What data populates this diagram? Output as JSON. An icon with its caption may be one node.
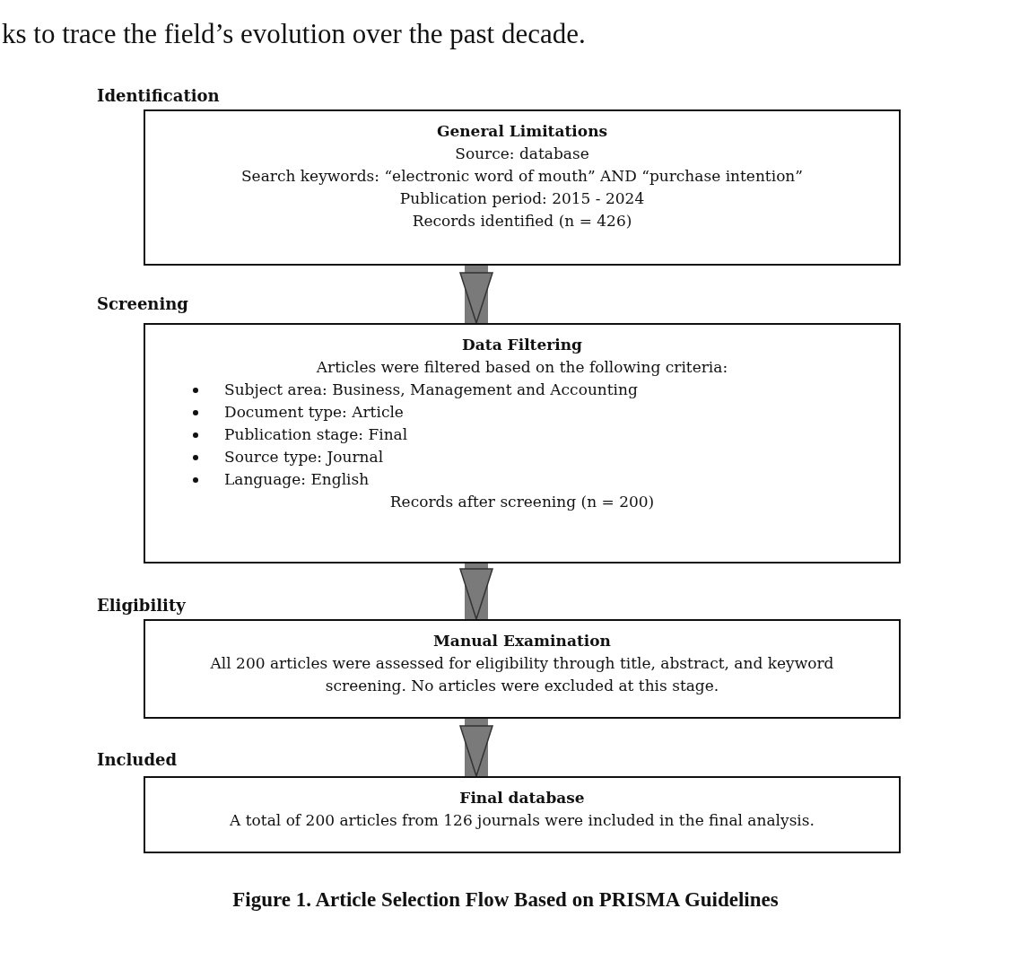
{
  "diagram": {
    "caption": "Figure 1. Article Selection Flow Based on PRISMA Guidelines",
    "nodes": [
      {
        "text": [
          "General Limitations",
          "Source: database",
          "Search keywords: “electronic word of mouth” AND “purchase intention”",
          "Publication period: 2015 - 2024",
          "Records identified (n = 426)"
        ],
        "beside": [
          "Identification"
        ]
      },
      {
        "text": [
          "Data Filtering",
          "Articles were filtered based on the following criteria:",
          "Subject area: Business, Management and Accounting",
          "Document type: Article",
          "Publication stage: Final",
          "Source type: Journal",
          "Language: English",
          "Records after screening (n = 200)"
        ],
        "beside": [
          "Screening"
        ]
      },
      {
        "text": [
          "Manual Examination",
          "All 200 articles were assessed for eligibility through title, abstract, and keyword screening. No articles were excluded at this stage."
        ],
        "beside": [
          "Eligibility"
        ]
      },
      {
        "text": [
          "Final database",
          "A total of 200 articles from 126 journals were included in the final analysis."
        ],
        "beside": [
          "Included"
        ]
      }
    ],
    "edges": [
      {
        "from": 0,
        "to": 1,
        "arrow": "to"
      },
      {
        "from": 1,
        "to": 2,
        "arrow": "to"
      },
      {
        "from": 2,
        "to": 3,
        "arrow": "to"
      }
    ],
    "labels": [
      "ks to trace the field’s evolution over the past decade."
    ]
  }
}
